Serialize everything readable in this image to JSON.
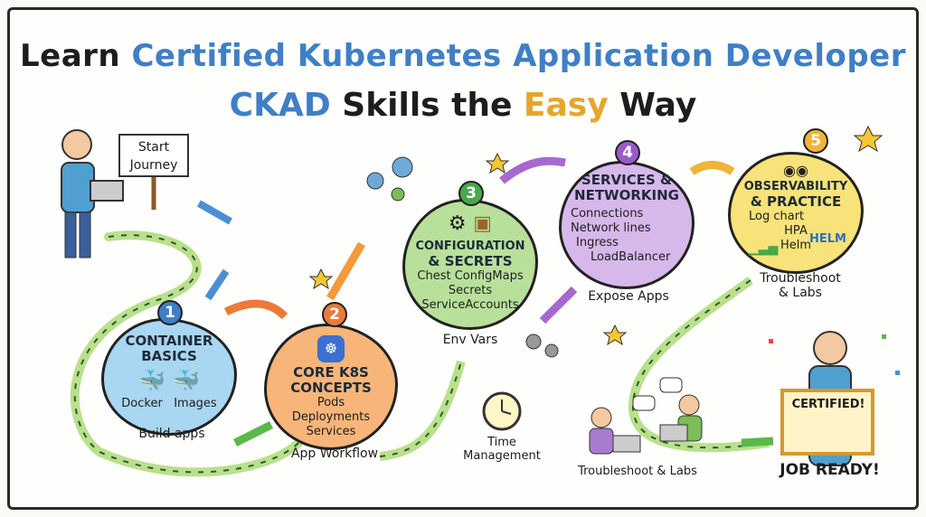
{
  "title": {
    "line1_prefix": "Learn",
    "line1_highlight": "Certified Kubernetes Application Developer",
    "line2_ckad": "CKAD",
    "line2_mid": "Skills the",
    "line2_easy": "Easy",
    "line2_end": "Way"
  },
  "start_sign": {
    "line1": "Start",
    "line2": "Journey"
  },
  "steps": [
    {
      "number": "1",
      "title1": "CONTAINER",
      "title2": "BASICS",
      "items": [
        "Docker",
        "Images"
      ],
      "caption": "Build apps",
      "color": "#a9d6f0"
    },
    {
      "number": "2",
      "title1": "CORE K8S",
      "title2": "CONCEPTS",
      "items": [
        "Pods",
        "Deployments",
        "Services"
      ],
      "caption": "App Workflow",
      "color": "#f7b57a"
    },
    {
      "number": "3",
      "title1": "CONFIGURATION",
      "title2": "& SECRETS",
      "items": [
        "Chest  ConfigMaps",
        "Secrets",
        "ServiceAccounts"
      ],
      "caption": "Env Vars",
      "color": "#b8e09a"
    },
    {
      "number": "4",
      "title1": "SERVICES &",
      "title2": "NETWORKING",
      "items": [
        "Connections",
        "Network lines",
        "Ingress",
        "LoadBalancer"
      ],
      "caption": "Expose Apps",
      "color": "#d6b8ea"
    },
    {
      "number": "5",
      "title1": "OBSERVABILITY",
      "title2": "& PRACTICE",
      "items": [
        "Log chart",
        "HPA",
        "Helm"
      ],
      "helm_logo": "HELM",
      "caption1": "Troubleshoot",
      "caption2": "& Labs",
      "color": "#f8e27a"
    }
  ],
  "time_management": {
    "line1": "Time",
    "line2": "Management"
  },
  "troubleshoot_labs": "Troubleshoot & Labs",
  "certificate": "CERTIFIED!",
  "job_ready": "JOB READY!"
}
